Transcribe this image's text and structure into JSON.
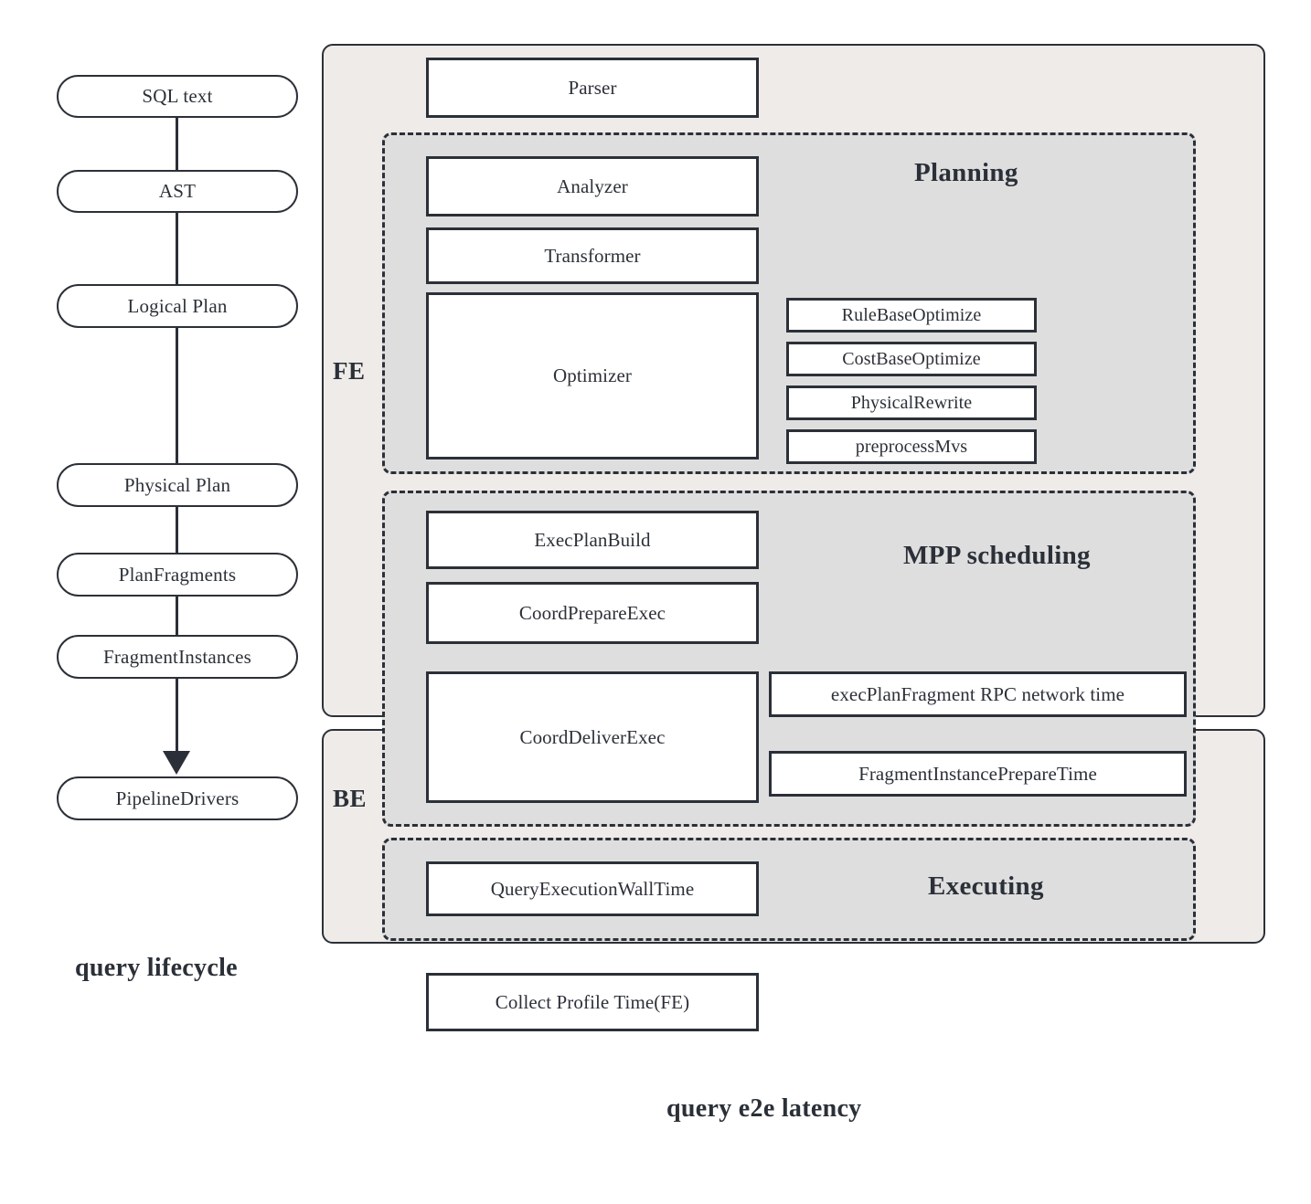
{
  "diagram": {
    "left_column": {
      "caption": "query lifecycle",
      "nodes": [
        {
          "label": "SQL text"
        },
        {
          "label": "AST"
        },
        {
          "label": "Logical Plan"
        },
        {
          "label": "Physical Plan"
        },
        {
          "label": "PlanFragments"
        },
        {
          "label": "FragmentInstances"
        },
        {
          "label": "PipelineDrivers"
        }
      ]
    },
    "right_column": {
      "caption": "query e2e latency",
      "shells": [
        {
          "label": "FE"
        },
        {
          "label": "BE"
        }
      ],
      "parser": {
        "label": "Parser"
      },
      "phases": [
        {
          "title": "Planning",
          "main_steps": [
            {
              "label": "Analyzer"
            },
            {
              "label": "Transformer"
            },
            {
              "label": "Optimizer"
            }
          ],
          "side_steps": [
            {
              "label": "RuleBaseOptimize"
            },
            {
              "label": "CostBaseOptimize"
            },
            {
              "label": "PhysicalRewrite"
            },
            {
              "label": "preprocessMvs"
            }
          ]
        },
        {
          "title": "MPP scheduling",
          "main_steps": [
            {
              "label": "ExecPlanBuild"
            },
            {
              "label": "CoordPrepareExec"
            },
            {
              "label": "CoordDeliverExec"
            }
          ],
          "side_steps": [
            {
              "label": "execPlanFragment RPC network time"
            },
            {
              "label": "FragmentInstancePrepareTime"
            }
          ]
        },
        {
          "title": "Executing",
          "main_steps": [
            {
              "label": "QueryExecutionWallTime"
            }
          ],
          "side_steps": []
        }
      ],
      "footer_step": {
        "label": "Collect Profile Time(FE)"
      }
    },
    "colors": {
      "stroke": "#2b3038",
      "shell_fill": "#efebe9",
      "phase_fill": "#dedede",
      "box_fill": "#ffffff",
      "page_bg": "#ffffff"
    }
  }
}
